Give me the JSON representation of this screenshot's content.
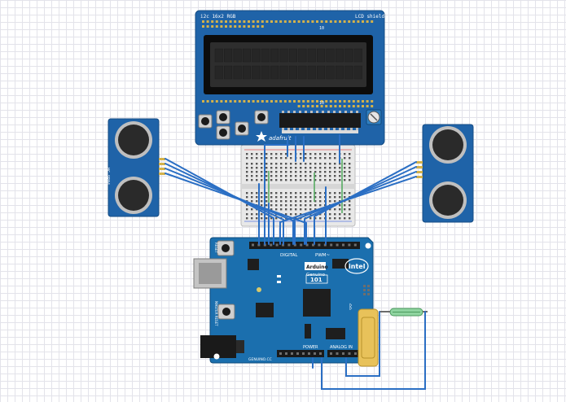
{
  "lcd_shield": {
    "title_left": "i2c 16x2 RGB",
    "title_right": "LCD shield",
    "pin_number": "10",
    "brand": "adafruit"
  },
  "arduino": {
    "digital_label": "DIGITAL",
    "pwm_label": "PWM~",
    "brand_intel": "intel",
    "product_line1": "Arduino",
    "product_line2": "Genuino",
    "product_line3": "101",
    "reset_label": "RESET",
    "master_reset_label": "MASTER RESET",
    "power_label": "POWER",
    "analog_label": "ANALOG IN",
    "genuino_cc": "GENUINO.CC"
  },
  "sensors": {
    "left_model": "HC-SR04",
    "right_model": "HC-SR04"
  },
  "colors": {
    "lcd_blue": "#1f63a8",
    "arduino_blue": "#1b6fae",
    "wire_blue": "#2b6fc4",
    "breadboard": "#e8e8e8",
    "reed_green": "#8fd4a0",
    "battery_yellow": "#e8c25a"
  }
}
